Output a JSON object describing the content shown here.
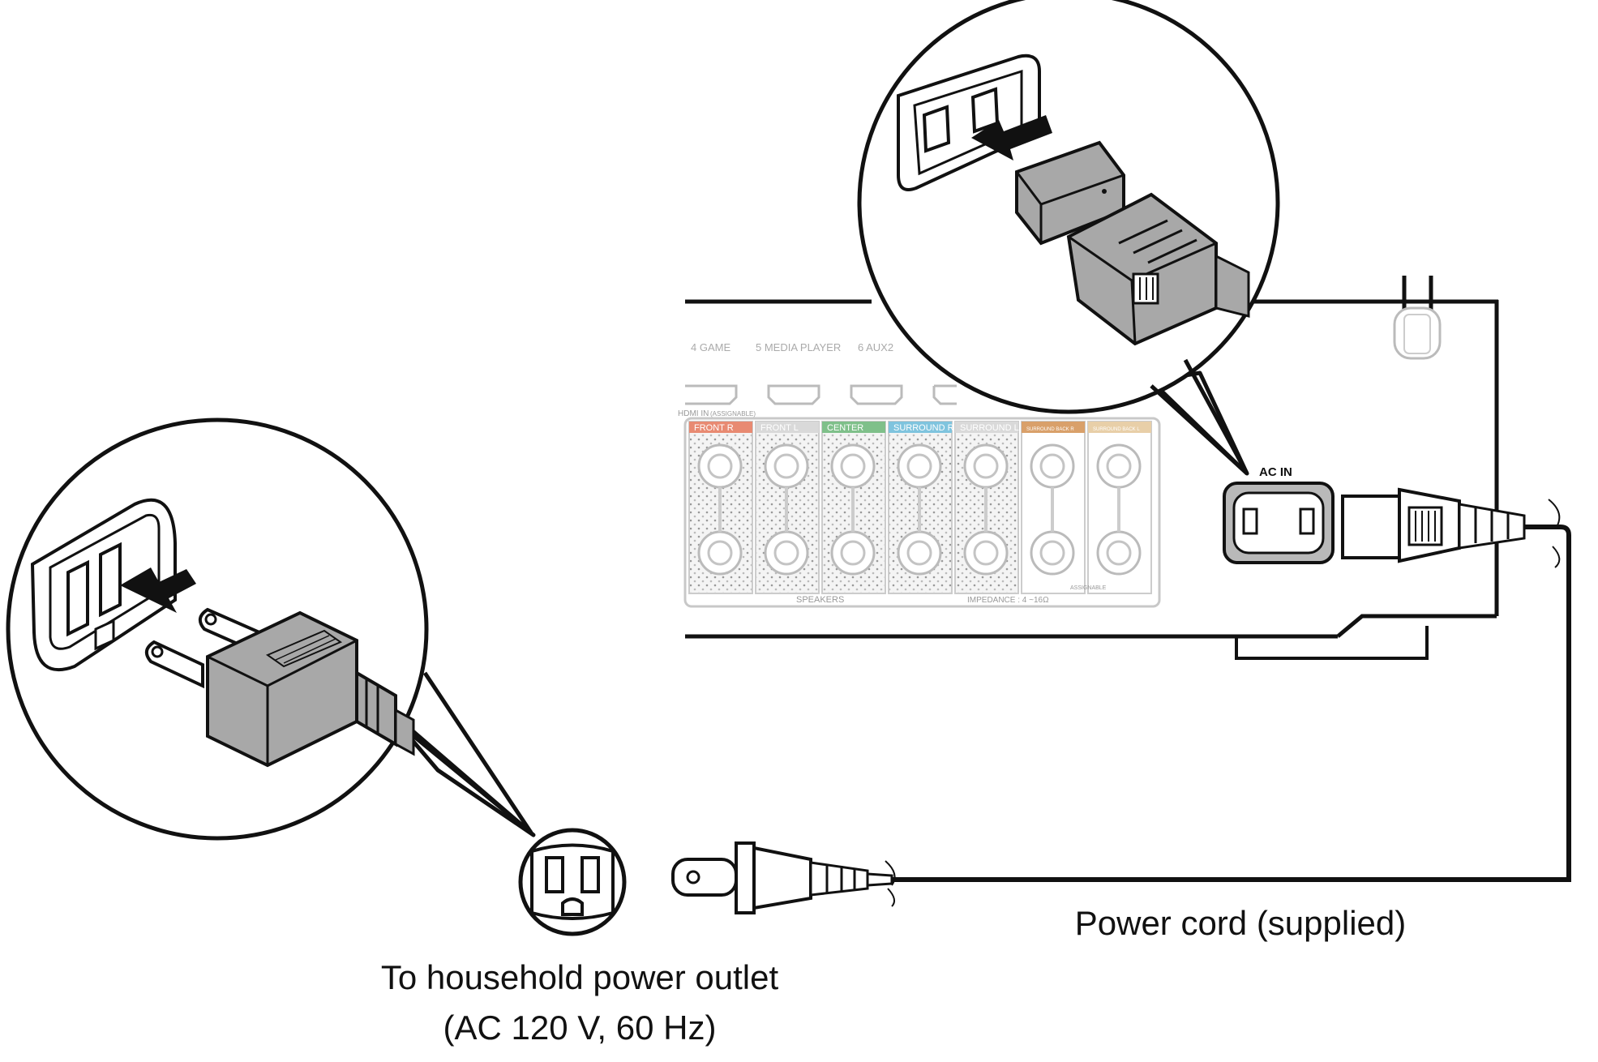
{
  "receiver": {
    "inputs": [
      "4 GAME",
      "5 MEDIA PLAYER",
      "6 AUX2"
    ],
    "hdmi_label": "HDMI IN",
    "hdmi_sub": "(ASSIGNABLE)",
    "speaker_channels": [
      {
        "label": "FRONT",
        "side": "R",
        "color": "#e88a72"
      },
      {
        "label": "FRONT",
        "side": "L",
        "color": "#d9d9d9"
      },
      {
        "label": "CENTER",
        "side": "",
        "color": "#7fc08a"
      },
      {
        "label": "SURROUND",
        "side": "R",
        "color": "#7fc4de"
      },
      {
        "label": "SURROUND",
        "side": "L",
        "color": "#d9d9d9"
      },
      {
        "label": "SURROUND BACK",
        "side": "R",
        "color": "#d9a06a"
      },
      {
        "label": "SURROUND BACK",
        "side": "L",
        "color": "#e8cfa8"
      }
    ],
    "speakers_label": "SPEAKERS",
    "impedance_label": "IMPEDANCE : 4 ~16Ω",
    "assignable_label": "ASSIGNABLE",
    "ac_in_label": "AC IN"
  },
  "captions": {
    "outlet_line1": "To household power outlet",
    "outlet_line2": "(AC 120 V, 60 Hz)",
    "cord": "Power cord (supplied)"
  },
  "colors": {
    "line": "#111111",
    "plug_gray": "#a8a8a8",
    "faded_gray": "#bdbdbd"
  }
}
